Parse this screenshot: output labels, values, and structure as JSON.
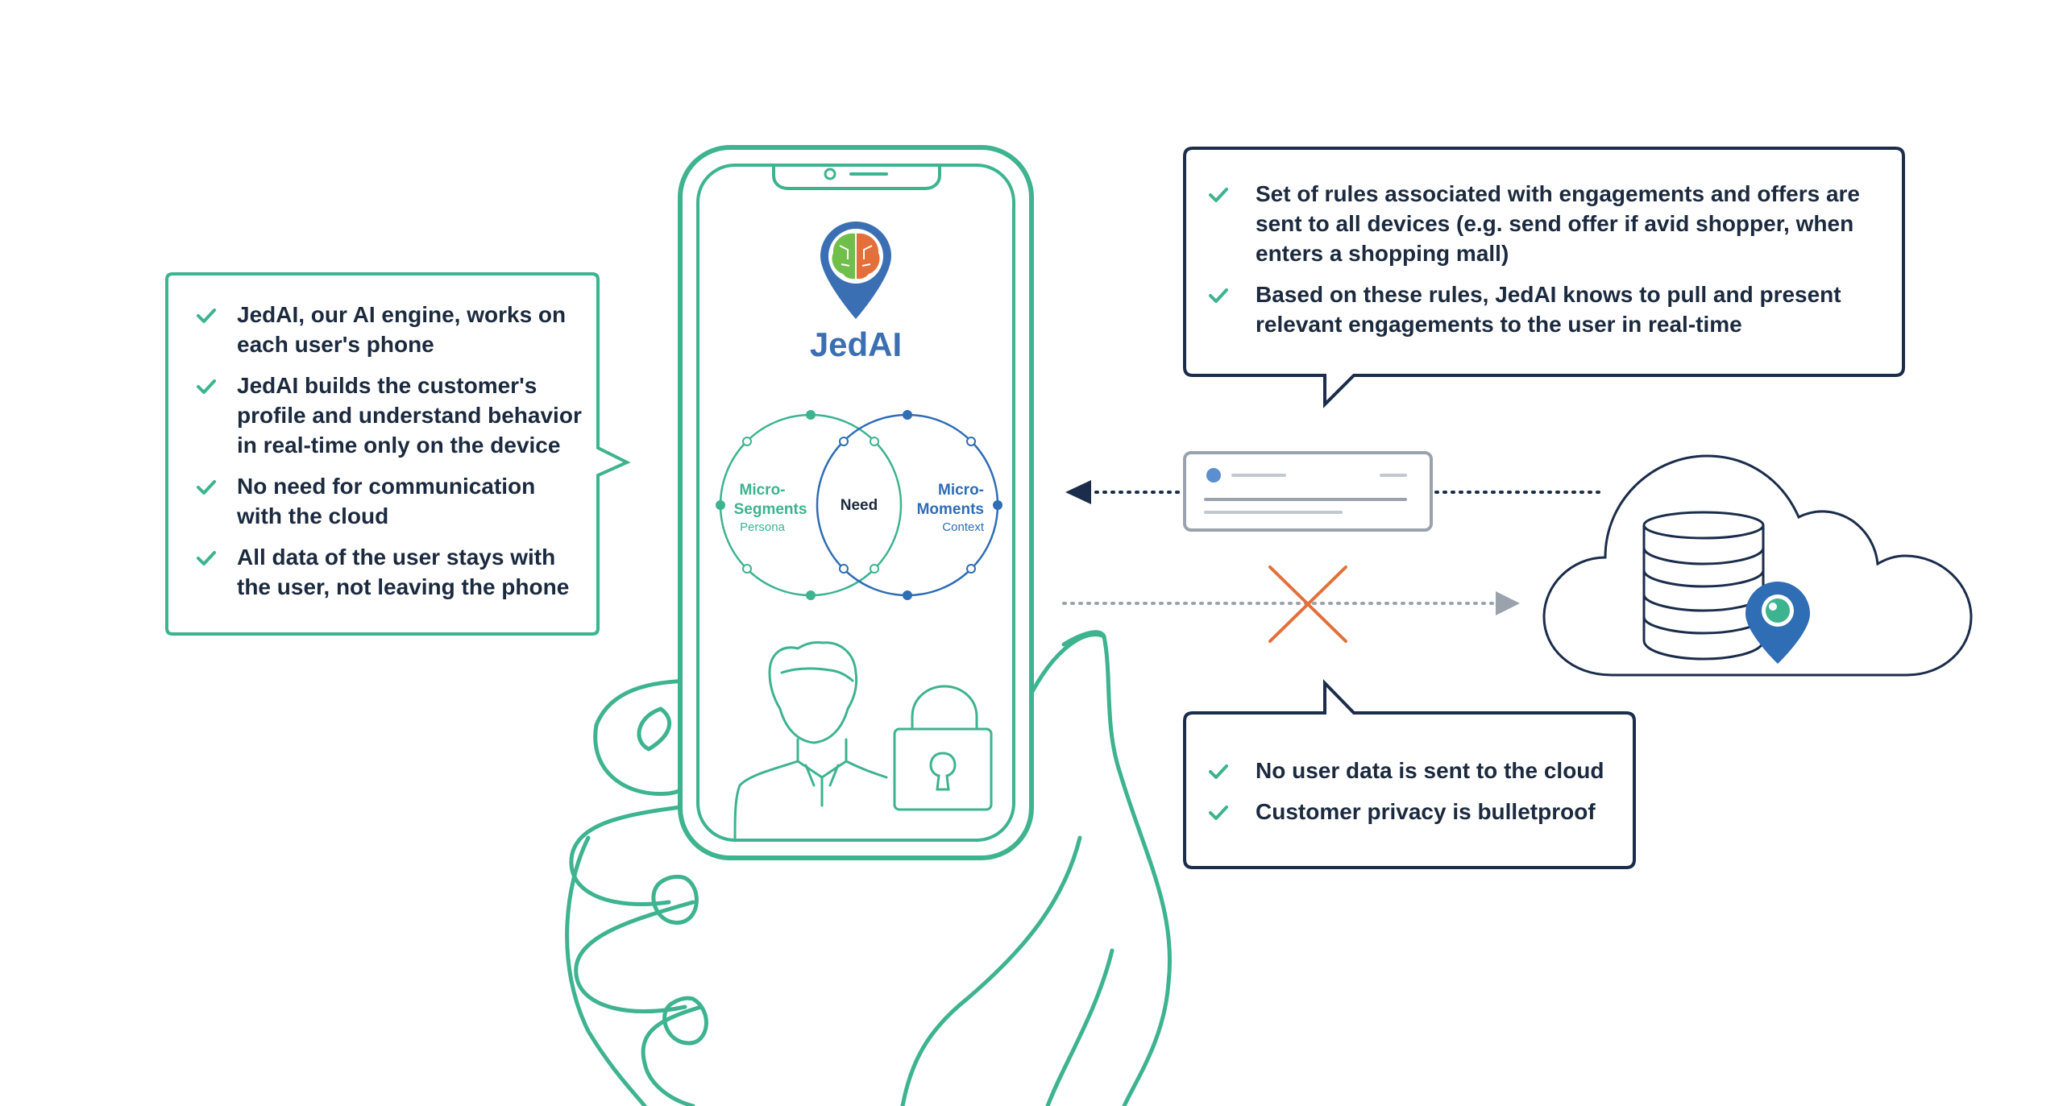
{
  "colors": {
    "green": "#3db38f",
    "navy": "#1b2d4a",
    "blue": "#2f6db5",
    "orange": "#e3703a",
    "gray": "#9aa3ad",
    "text": "#1b2a3e"
  },
  "phone": {
    "brand": "JedAI",
    "logo_icon": "brain-map-pin-icon",
    "venn": {
      "left_title_1": "Micro-",
      "left_title_2": "Segments",
      "left_sub": "Persona",
      "center": "Need",
      "right_title_1": "Micro-",
      "right_title_2": "Moments",
      "right_sub": "Context"
    },
    "user_icon": "person-icon",
    "lock_icon": "padlock-icon"
  },
  "left_bubble": {
    "items": [
      [
        "JedAI, our AI engine, works on",
        "each user's phone"
      ],
      [
        "JedAI builds the customer's",
        "profile and understand behavior",
        "in real-time only on the device"
      ],
      [
        "No need for communication",
        "with the cloud"
      ],
      [
        "All data of the user stays with",
        "the user, not leaving the phone"
      ]
    ]
  },
  "top_right_bubble": {
    "items": [
      [
        "Set of rules associated with engagements and offers are",
        "sent to all devices (e.g. send offer if avid shopper, when",
        "enters a shopping mall)"
      ],
      [
        "Based on these rules, JedAI knows to pull and present",
        "relevant engagements to the user in real-time"
      ]
    ]
  },
  "bottom_right_bubble": {
    "items": [
      [
        "No user data is sent to the cloud"
      ],
      [
        "Customer privacy is bulletproof"
      ]
    ]
  },
  "flow": {
    "card_icon": "engagement-card-icon",
    "blocked_icon": "x-cross-icon",
    "cloud_icon": "cloud-database-icon",
    "pin_icon": "location-pin-icon"
  }
}
